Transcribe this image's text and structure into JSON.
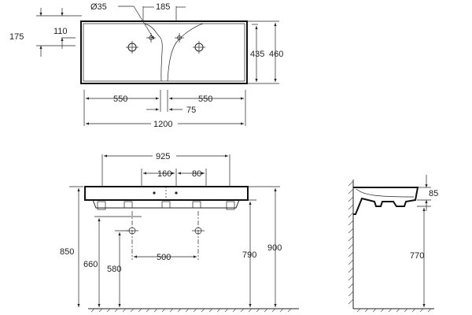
{
  "top_view": {
    "dims": {
      "hole_diameter": "Ø35",
      "hole_spacing": "185",
      "depth_175": "175",
      "depth_110": "110",
      "depth_435": "435",
      "depth_460": "460",
      "bowl_left": "550",
      "bowl_right": "550",
      "gap_75": "75",
      "total_width": "1200"
    }
  },
  "front_view": {
    "dims": {
      "top_925": "925",
      "tap_160": "160",
      "tap_80": "80",
      "height_850": "850",
      "height_660": "660",
      "height_580": "580",
      "drain_500": "500",
      "height_790": "790",
      "height_900": "900"
    }
  },
  "side_view": {
    "dims": {
      "bowl_85": "85",
      "height_770": "770"
    }
  },
  "colors": {
    "line": "#222222",
    "background": "#ffffff"
  }
}
